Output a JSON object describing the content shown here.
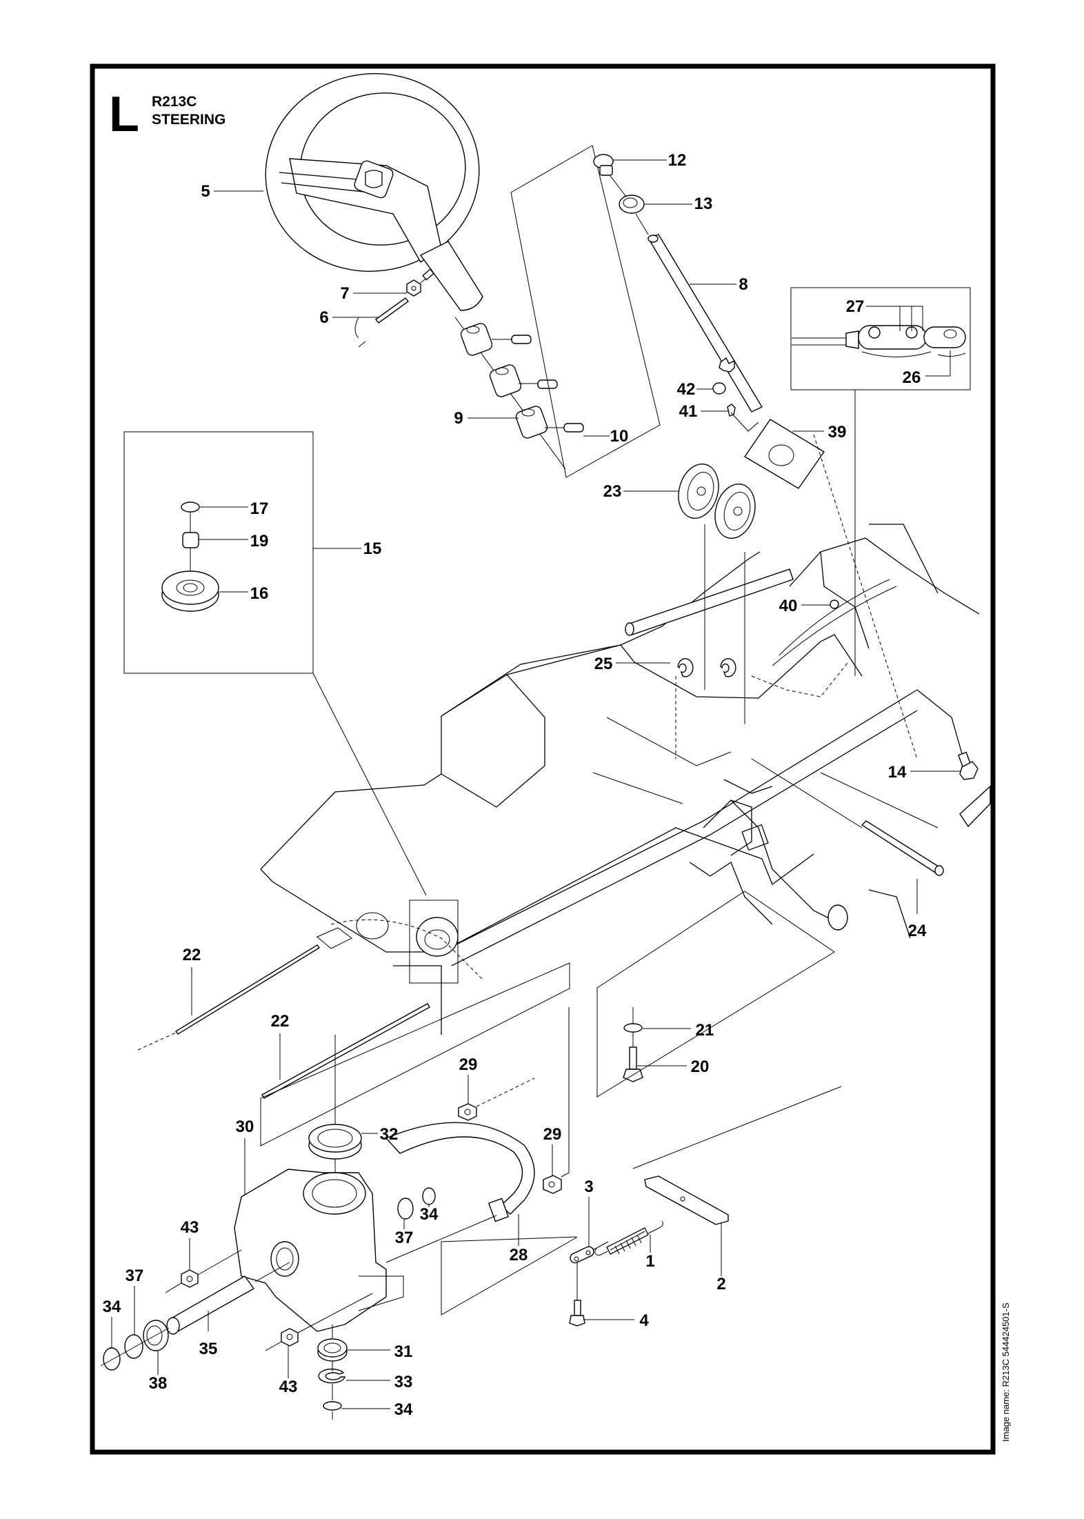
{
  "header": {
    "section_letter": "L",
    "model": "R213C",
    "title": "STEERING"
  },
  "image_name": "Image name: R213C 544424501-S",
  "callouts": [
    {
      "id": "5",
      "label": "5"
    },
    {
      "id": "7",
      "label": "7"
    },
    {
      "id": "6",
      "label": "6"
    },
    {
      "id": "9",
      "label": "9"
    },
    {
      "id": "10",
      "label": "10"
    },
    {
      "id": "12",
      "label": "12"
    },
    {
      "id": "13",
      "label": "13"
    },
    {
      "id": "8",
      "label": "8"
    },
    {
      "id": "27",
      "label": "27"
    },
    {
      "id": "26",
      "label": "26"
    },
    {
      "id": "42",
      "label": "42"
    },
    {
      "id": "41",
      "label": "41"
    },
    {
      "id": "39",
      "label": "39"
    },
    {
      "id": "23",
      "label": "23"
    },
    {
      "id": "17",
      "label": "17"
    },
    {
      "id": "19",
      "label": "19"
    },
    {
      "id": "15",
      "label": "15"
    },
    {
      "id": "16",
      "label": "16"
    },
    {
      "id": "40",
      "label": "40"
    },
    {
      "id": "25",
      "label": "25"
    },
    {
      "id": "14",
      "label": "14"
    },
    {
      "id": "24",
      "label": "24"
    },
    {
      "id": "22a",
      "label": "22"
    },
    {
      "id": "22b",
      "label": "22"
    },
    {
      "id": "21",
      "label": "21"
    },
    {
      "id": "20",
      "label": "20"
    },
    {
      "id": "29a",
      "label": "29"
    },
    {
      "id": "29b",
      "label": "29"
    },
    {
      "id": "30",
      "label": "30"
    },
    {
      "id": "32",
      "label": "32"
    },
    {
      "id": "34a",
      "label": "34"
    },
    {
      "id": "37a",
      "label": "37"
    },
    {
      "id": "3",
      "label": "3"
    },
    {
      "id": "28",
      "label": "28"
    },
    {
      "id": "1",
      "label": "1"
    },
    {
      "id": "2",
      "label": "2"
    },
    {
      "id": "43a",
      "label": "43"
    },
    {
      "id": "37b",
      "label": "37"
    },
    {
      "id": "34b",
      "label": "34"
    },
    {
      "id": "35",
      "label": "35"
    },
    {
      "id": "38",
      "label": "38"
    },
    {
      "id": "4",
      "label": "4"
    },
    {
      "id": "31",
      "label": "31"
    },
    {
      "id": "43b",
      "label": "43"
    },
    {
      "id": "33",
      "label": "33"
    },
    {
      "id": "34c",
      "label": "34"
    }
  ]
}
